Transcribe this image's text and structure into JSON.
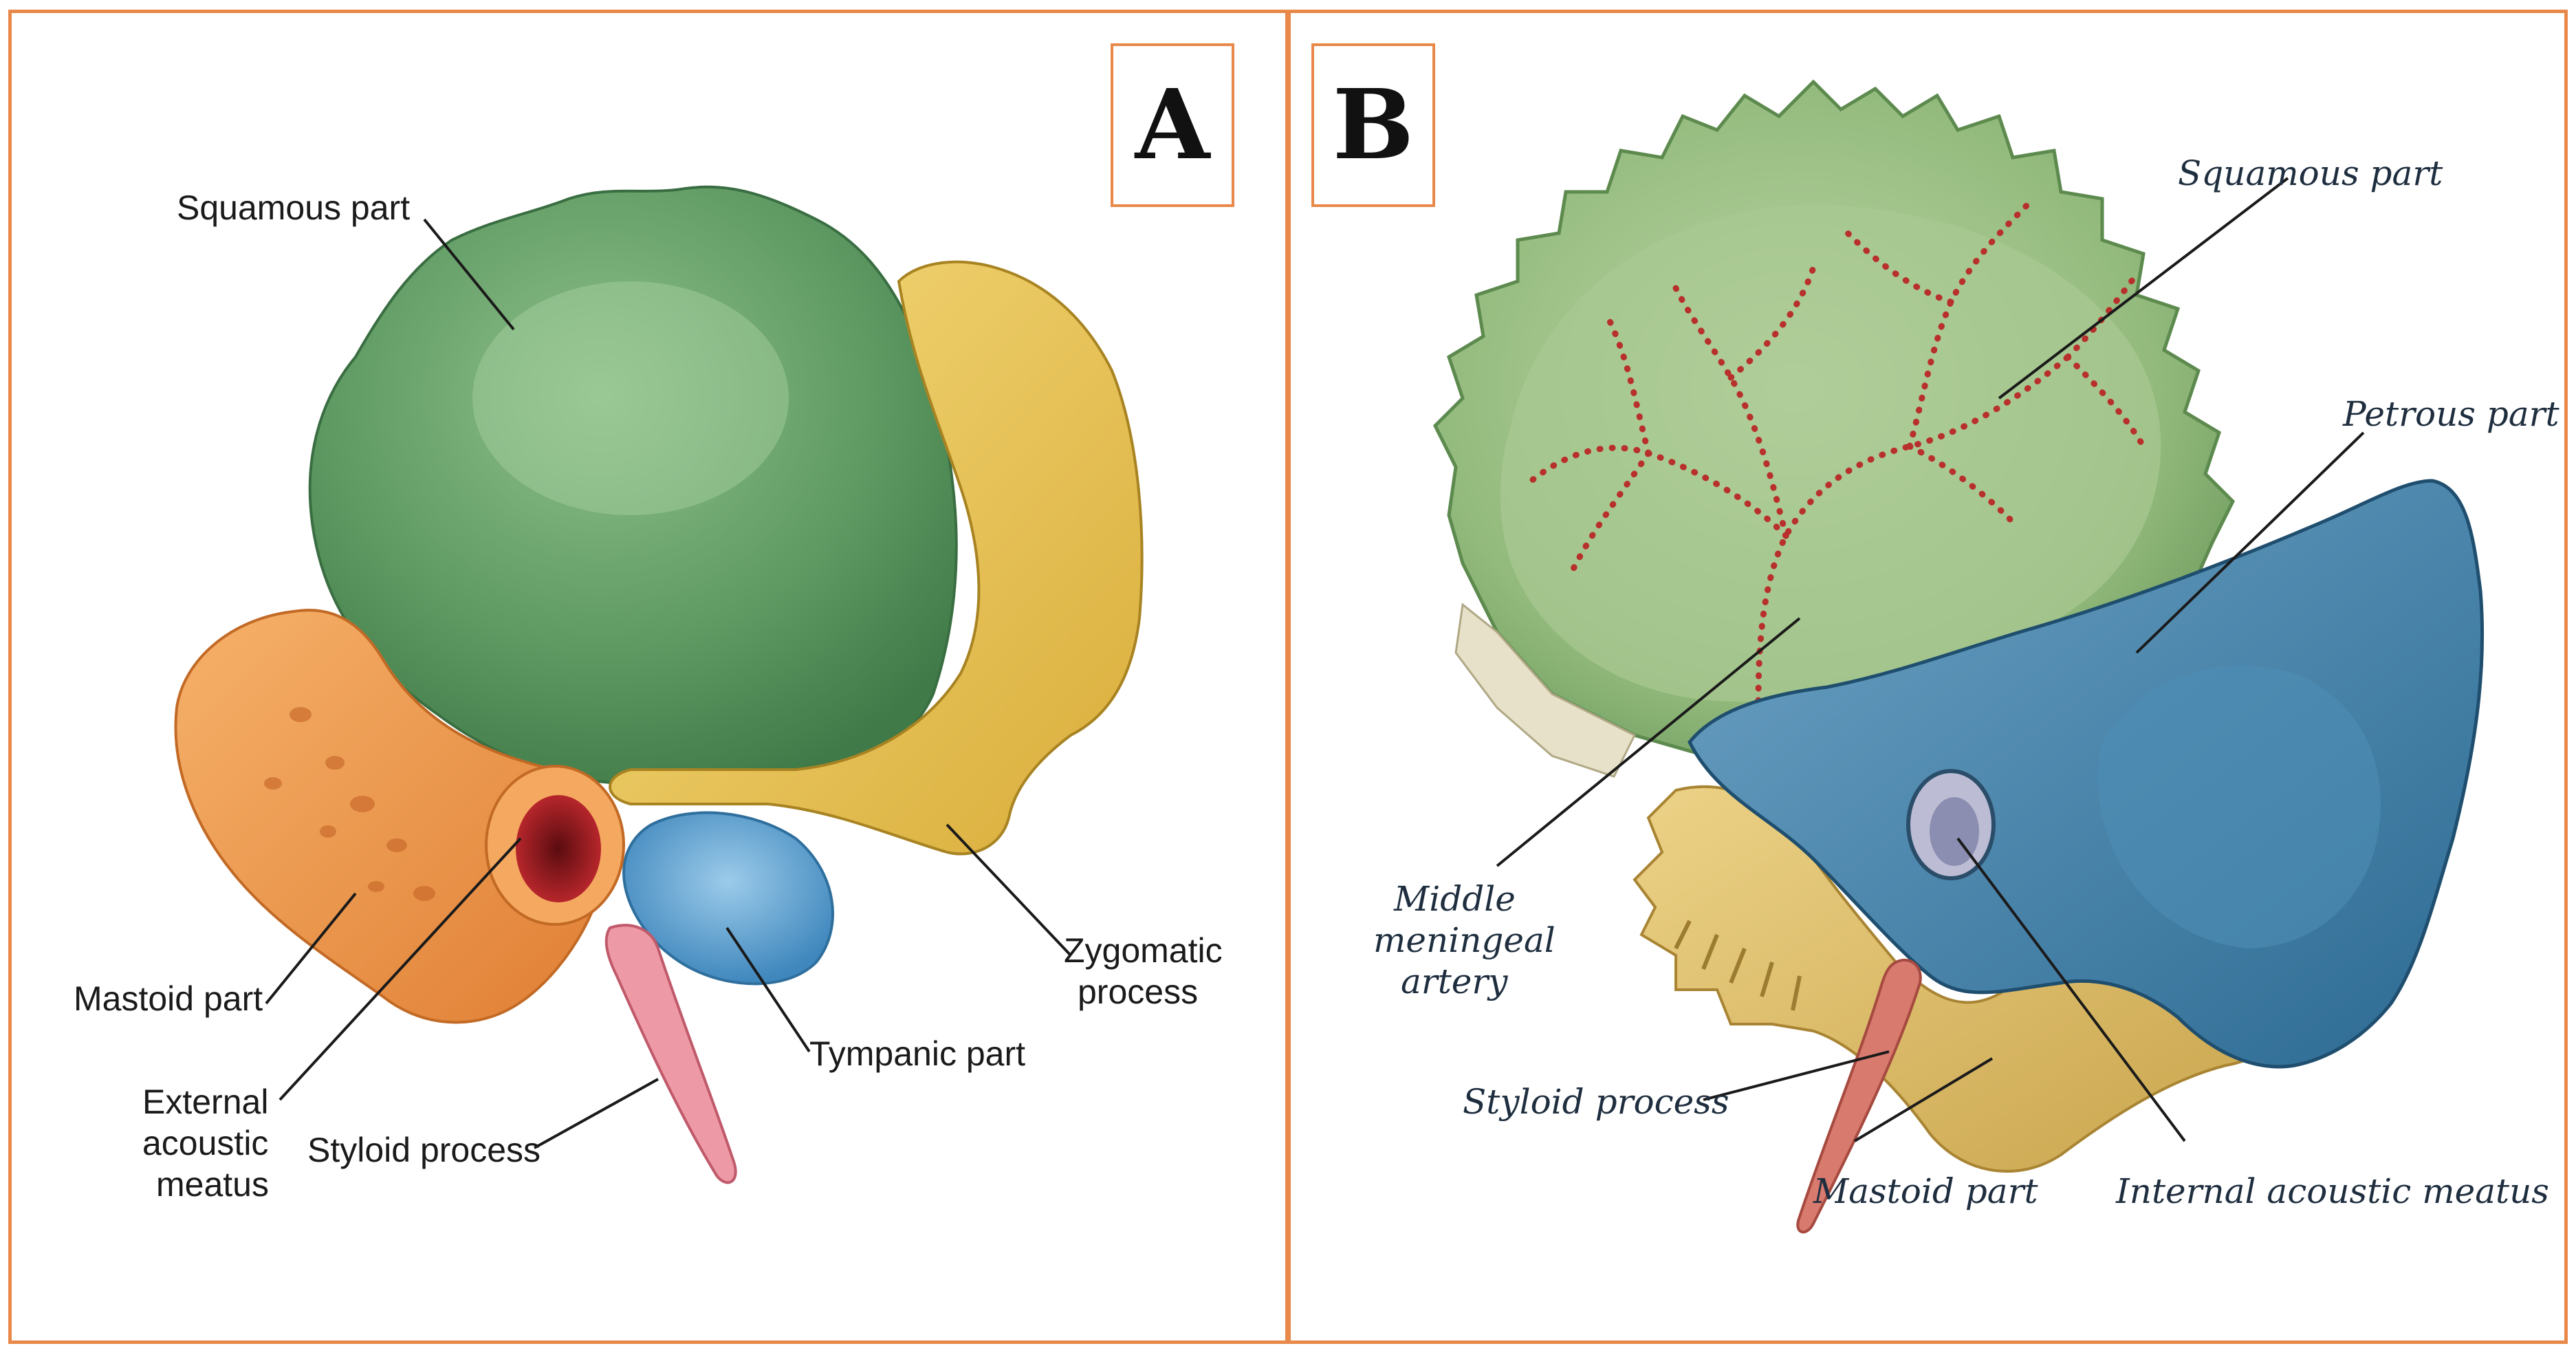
{
  "panels": {
    "a": {
      "tag": "A",
      "labels": {
        "squamous": "Squamous part",
        "zygomatic_1": "Zygomatic",
        "zygomatic_2": "process",
        "tympanic": "Tympanic part",
        "mastoid": "Mastoid part",
        "eam_1": "External",
        "eam_2": "acoustic",
        "eam_3": "meatus",
        "styloid": "Styloid process"
      }
    },
    "b": {
      "tag": "B",
      "labels": {
        "squamous": "Squamous part",
        "petrous": "Petrous part",
        "mma_1": "Middle",
        "mma_2": "meningeal",
        "mma_3": "artery",
        "styloid": "Styloid process",
        "mastoid": "Mastoid part",
        "iam": "Internal acoustic meatus"
      }
    }
  },
  "colors": {
    "border": "#e8894a",
    "squamous_green": "#5f9a63",
    "zygomatic_yellow": "#e9c65a",
    "mastoid_orange": "#ef9a50",
    "tympanic_blue": "#5b9fce",
    "styloid_pink": "#e98a9a",
    "meatus_red": "#9c1f25",
    "petrous_blue": "#3f7fa6",
    "artery_red": "#b8302c"
  }
}
